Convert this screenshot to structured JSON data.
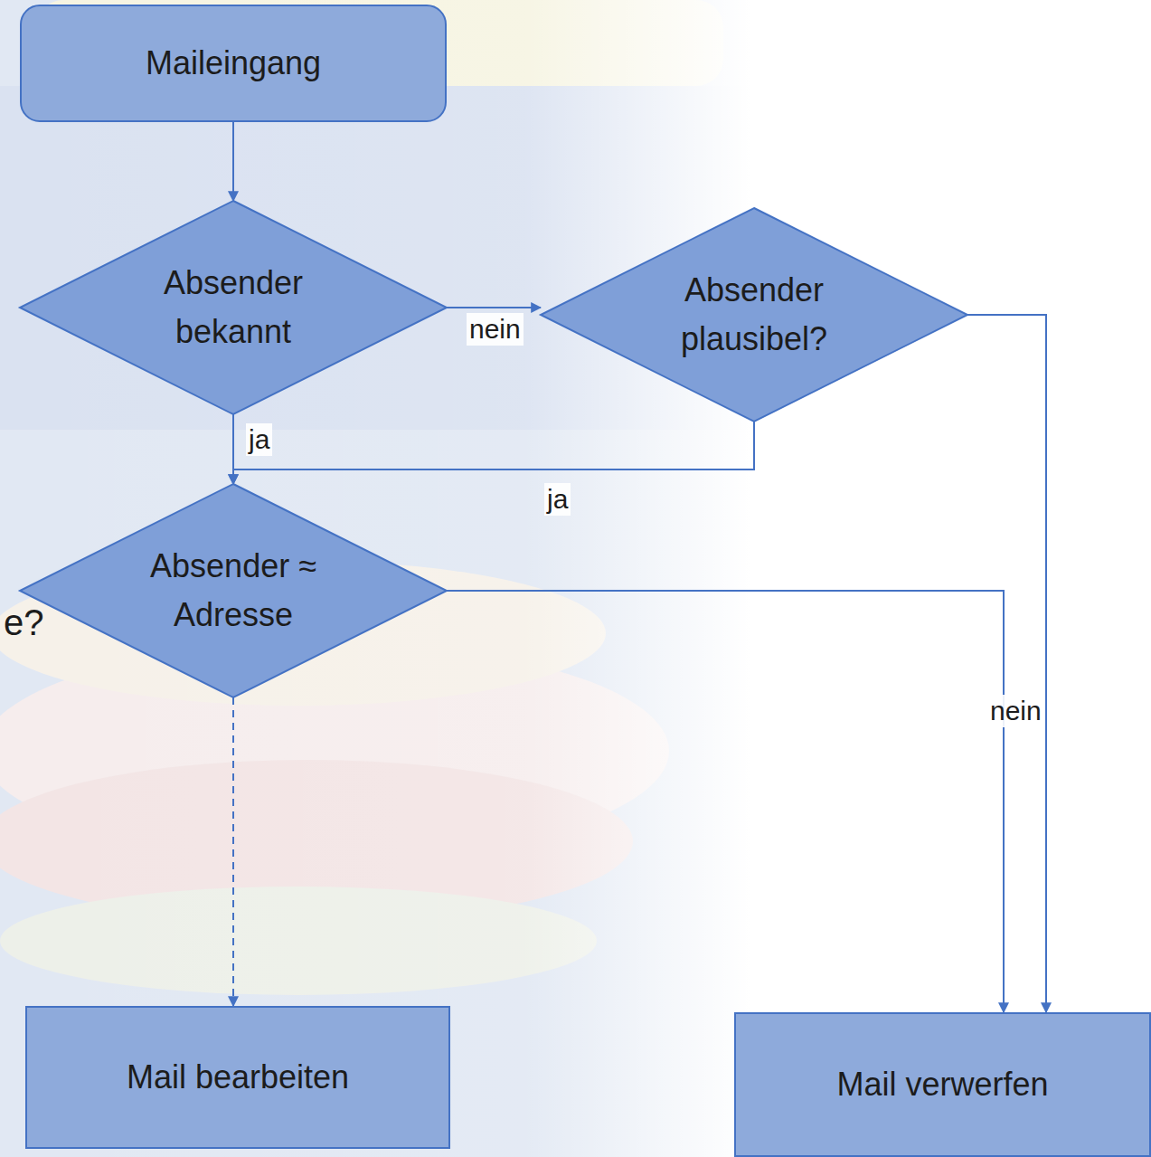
{
  "diagram": {
    "nodes": [
      {
        "text": [
          "Maileingang"
        ]
      },
      {
        "text": [
          "Absender bekannt"
        ]
      },
      {
        "text": [
          "Absender plausibel?"
        ]
      },
      {
        "text": [
          "Absender ≈ Adresse"
        ]
      },
      {
        "text": [
          "Mail bearbeiten"
        ]
      },
      {
        "text": [
          "Mail verwerfen"
        ]
      }
    ],
    "edges": [
      {
        "from": 0,
        "to": 1,
        "arrow": "to"
      },
      {
        "from": 1,
        "to": 2,
        "label": "nein",
        "arrow": "to"
      },
      {
        "from": 1,
        "to": 3,
        "label": "ja",
        "arrow": "to"
      },
      {
        "from": 2,
        "to": 3,
        "label": "ja",
        "arrow": "to"
      },
      {
        "from": 3,
        "to": 4,
        "arrow": "to"
      },
      {
        "from": 3,
        "to": 5,
        "label": "nein",
        "arrow": "to"
      },
      {
        "from": 2,
        "to": 5,
        "arrow": "to"
      }
    ],
    "labels": [
      "e?"
    ]
  }
}
